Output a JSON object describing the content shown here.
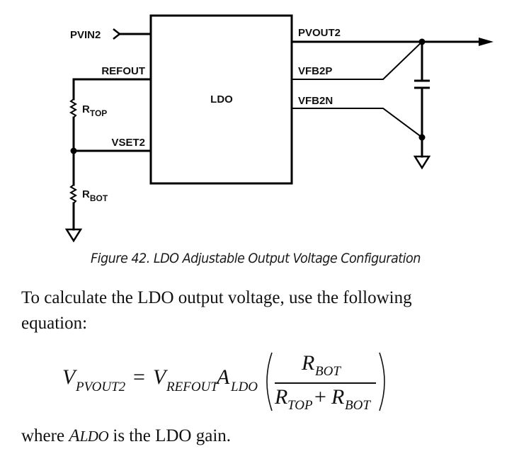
{
  "schematic": {
    "block_label": "LDO",
    "pins_left": {
      "pvin": "PVIN2",
      "refout": "REFOUT",
      "vset": "VSET2"
    },
    "pins_right": {
      "pvout": "PVOUT2",
      "vfbp": "VFB2P",
      "vfbn": "VFB2N"
    },
    "resistors": {
      "top": {
        "main": "R",
        "sub": "TOP"
      },
      "bot": {
        "main": "R",
        "sub": "BOT"
      }
    }
  },
  "caption": "Figure 42. LDO Adjustable Output Voltage Configuration",
  "paragraph1": {
    "line1": "To calculate the LDO output voltage, use the following",
    "line2": "equation:"
  },
  "equation": {
    "lhs_main": "V",
    "lhs_sub": "PVOUT2",
    "equals": "=",
    "vref_main": "V",
    "vref_sub": "REFOUT",
    "gain_main": "A",
    "gain_sub": "LDO",
    "numerator_main": "R",
    "numerator_sub": "BOT",
    "denom_a_main": "R",
    "denom_a_sub": "TOP",
    "plus": "+",
    "denom_b_main": "R",
    "denom_b_sub": "BOT"
  },
  "paragraph2": {
    "prefix": "where ",
    "symbol_main": "A",
    "symbol_sub": "LDO",
    "suffix": " is the LDO gain."
  }
}
